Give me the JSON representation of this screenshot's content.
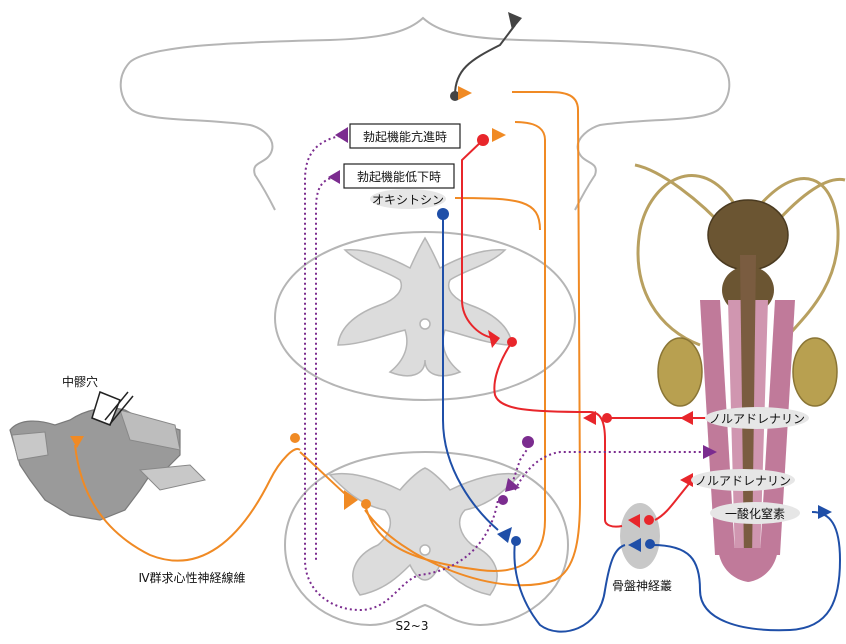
{
  "labels": {
    "erection_enhanced": "勃起機能亢進時",
    "erection_reduced": "勃起機能低下時",
    "oxytocin": "オキシトシン",
    "noradrenaline_1": "ノルアドレナリン",
    "noradrenaline_2": "ノルアドレナリン",
    "nitric_oxide": "一酸化窒素",
    "pelvic_plexus": "骨盤神経叢",
    "s2_3": "S2~3",
    "middle_sacral_foramen": "中髎穴",
    "group4_afferent": "Ⅳ群求心性神経線維"
  },
  "colors": {
    "orange": "#F08A24",
    "red": "#E8262B",
    "blue": "#1F4FA8",
    "purple": "#7B2C8F",
    "dark": "#444444",
    "outline": "#B5B5B5",
    "cord_fill": "#DCDCDC",
    "prostate": "#6B5532",
    "testis": "#B8A050",
    "penis": "#C07A9A"
  }
}
